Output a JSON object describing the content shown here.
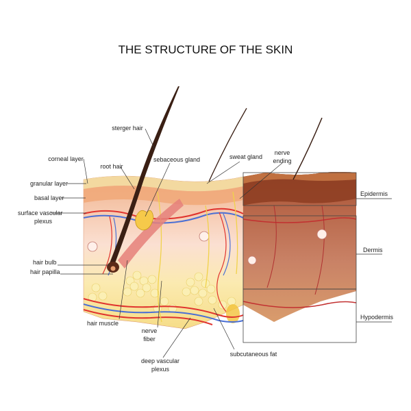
{
  "title": "THE STRUCTURE OF THE SKIN",
  "labels": {
    "sterger_hair": "sterger hair",
    "corneal_layer": "corneal layer",
    "root_hair": "root hair",
    "sebaceous_gland": "sebaceous gland",
    "sweat_gland": "sweat gland",
    "nerve_ending_1": "nerve",
    "nerve_ending_2": "ending",
    "granular_layer": "granular layer",
    "basal_layer": "basal layer",
    "surface_vascular_1": "surface vascular",
    "surface_vascular_2": "plexus",
    "hair_bulb": "hair bulb",
    "hair_papilla": "hair papilla",
    "hair_muscle": "hair muscle",
    "nerve_fiber_1": "nerve",
    "nerve_fiber_2": "fiber",
    "deep_vascular_1": "deep vascular",
    "deep_vascular_2": "plexus",
    "subcutaneous_fat": "subcutaneous fat",
    "epidermis": "Epidermis",
    "dermis": "Dermis",
    "hypodermis": "Hypodermis"
  },
  "colors": {
    "epidermis_front": "#f4b48c",
    "epidermis_top": "#f3d9a0",
    "dermis_front": "#fbd9c8",
    "hypodermis_front": "#f6e49a",
    "side_dark": "#9a4a2e",
    "side_mid": "#c87a5a",
    "hair": "#3a1f14",
    "artery": "#e0332e",
    "vein": "#4a6fd4",
    "gland": "#f6c94a"
  }
}
